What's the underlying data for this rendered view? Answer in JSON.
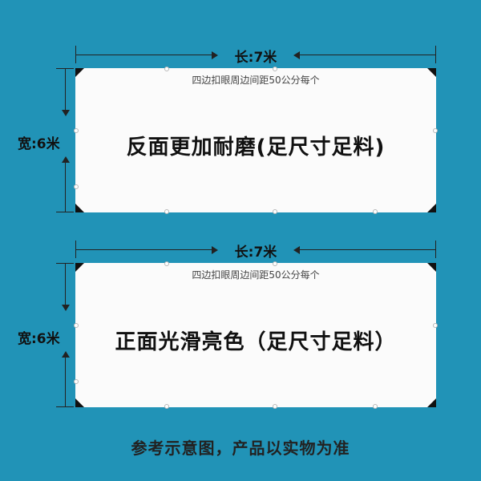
{
  "panels": [
    {
      "width_label": "长:7米",
      "height_label": "宽:6米",
      "note": "四边扣眼周边间距50公分每个",
      "main_text": "反面更加耐磨(足尺寸足料)"
    },
    {
      "width_label": "长:7米",
      "height_label": "宽:6米",
      "note": "四边扣眼周边间距50公分每个",
      "main_text": "正面光滑亮色（足尺寸足料）"
    }
  ],
  "footer": "参考示意图，产品以实物为准",
  "colors": {
    "background": "#2193b7",
    "banner": "#fbfbfb",
    "ink": "#111111"
  }
}
